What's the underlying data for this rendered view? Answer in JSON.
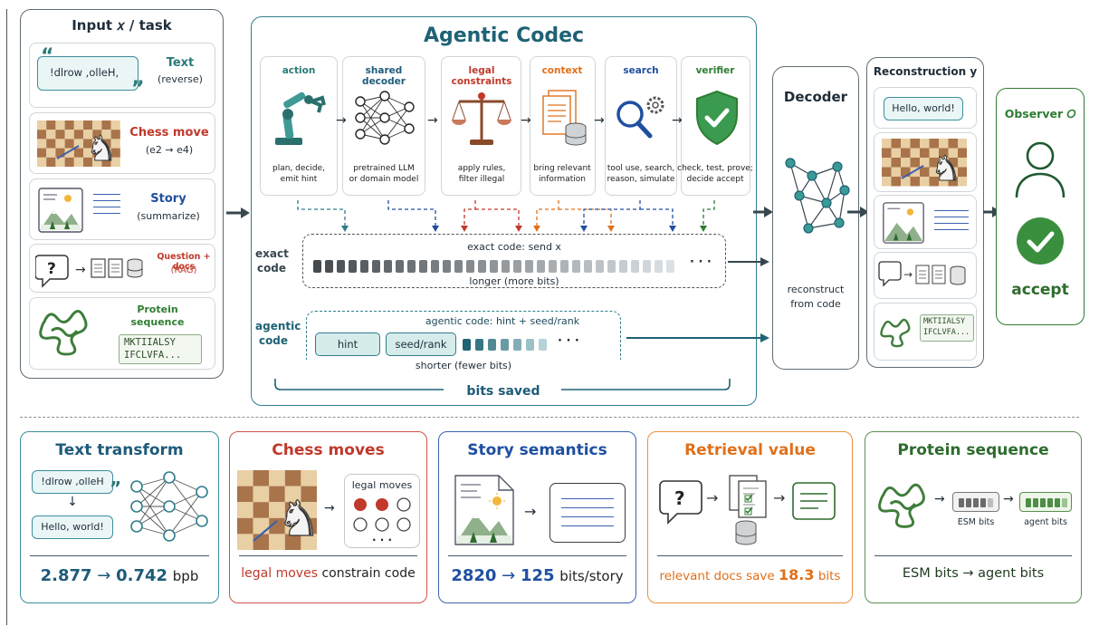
{
  "input_panel": {
    "title": "Input 𝑥 / task",
    "text_item": {
      "bubble": "!dlrow ,olleH,",
      "label": "Text",
      "sub": "(reverse)"
    },
    "chess_item": {
      "label": "Chess move",
      "sub": "(e2 → e4)"
    },
    "story_item": {
      "label": "Story",
      "sub": "(summarize)"
    },
    "qa_item": {
      "label": "Question + docs",
      "sub": "(RAG)"
    },
    "protein_item": {
      "label": "Protein\nsequence",
      "seq": "MKTIIALSY\nIFCLVFA..."
    }
  },
  "codec": {
    "title": "Agentic Codec",
    "stages": [
      {
        "label": "action",
        "desc": "plan, decide,\nemit hint",
        "color": "#2b7a78",
        "icon": "robot-arm-icon"
      },
      {
        "label": "shared decoder",
        "desc": "pretrained LLM\nor domain model",
        "color": "#1e5b7a",
        "icon": "neural-network-icon"
      },
      {
        "label": "legal constraints",
        "desc": "apply rules,\nfilter illegal",
        "color": "#c0392b",
        "icon": "scales-icon"
      },
      {
        "label": "context",
        "desc": "bring relevant\ninformation",
        "color": "#e0701a",
        "icon": "documents-icon"
      },
      {
        "label": "search",
        "desc": "tool use, search,\nreason, simulate",
        "color": "#1f4fa0",
        "icon": "magnifier-gear-icon"
      },
      {
        "label": "verifier",
        "desc": "check, test, prove;\ndecide accept",
        "color": "#2e7d32",
        "icon": "shield-check-icon"
      }
    ],
    "exact": {
      "side_label": "exact\ncode",
      "title": "exact code: send x",
      "sub": "longer (more bits)",
      "ellipsis": "· · ·"
    },
    "agentic": {
      "side_label": "agentic\ncode",
      "title": "agentic code: hint + seed/rank",
      "hint": "hint",
      "seed": "seed/rank",
      "sub": "shorter (fewer bits)",
      "ellipsis": "· · ·"
    },
    "bits_saved": "bits saved"
  },
  "decoder": {
    "title": "Decoder",
    "desc": "reconstruct\nfrom code"
  },
  "reconstruction": {
    "title": "Reconstruction y",
    "bubble": "Hello, world!",
    "seq": "MKTIIALSY\nIFCLVFA..."
  },
  "observer": {
    "title": "Observer 𝑂",
    "accept": "accept"
  },
  "bottom": [
    {
      "title": "Text transform",
      "color": "#1e5b7a",
      "border": "#3e8e9a",
      "bubble_top": "!dlrow ,olleH",
      "arrow": "↓",
      "bubble_bottom": "Hello, world!",
      "from": "2.877",
      "to": "0.742",
      "unit": "bpb"
    },
    {
      "title": "Chess moves",
      "color": "#c0392b",
      "border": "#d0544a",
      "legal_title": "legal moves",
      "ellipsis": "· · ·",
      "foot_a": "legal moves",
      "foot_b": "constrain code"
    },
    {
      "title": "Story semantics",
      "color": "#1f4fa0",
      "border": "#3a62b0",
      "from": "2820",
      "to": "125",
      "unit": "bits/story"
    },
    {
      "title": "Retrieval value",
      "color": "#e0701a",
      "border": "#e8923f",
      "foot_a": "relevant docs save",
      "foot_b": "18.3",
      "foot_c": "bits"
    },
    {
      "title": "Protein sequence",
      "color": "#2e6b2e",
      "border": "#5a8f50",
      "esm_label": "ESM bits",
      "agent_label": "agent bits",
      "foot": "ESM bits → agent bits"
    }
  ]
}
